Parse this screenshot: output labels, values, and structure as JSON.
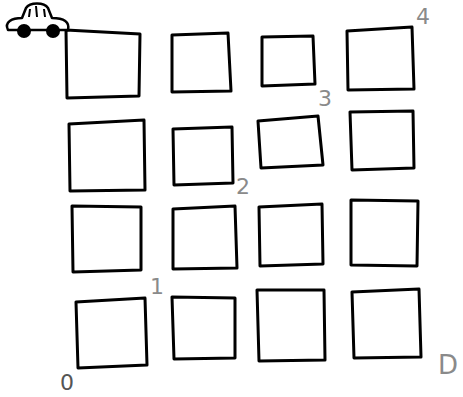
{
  "diagram": {
    "labels": [
      "4",
      "3",
      "2",
      "1",
      "0",
      "D"
    ]
  }
}
